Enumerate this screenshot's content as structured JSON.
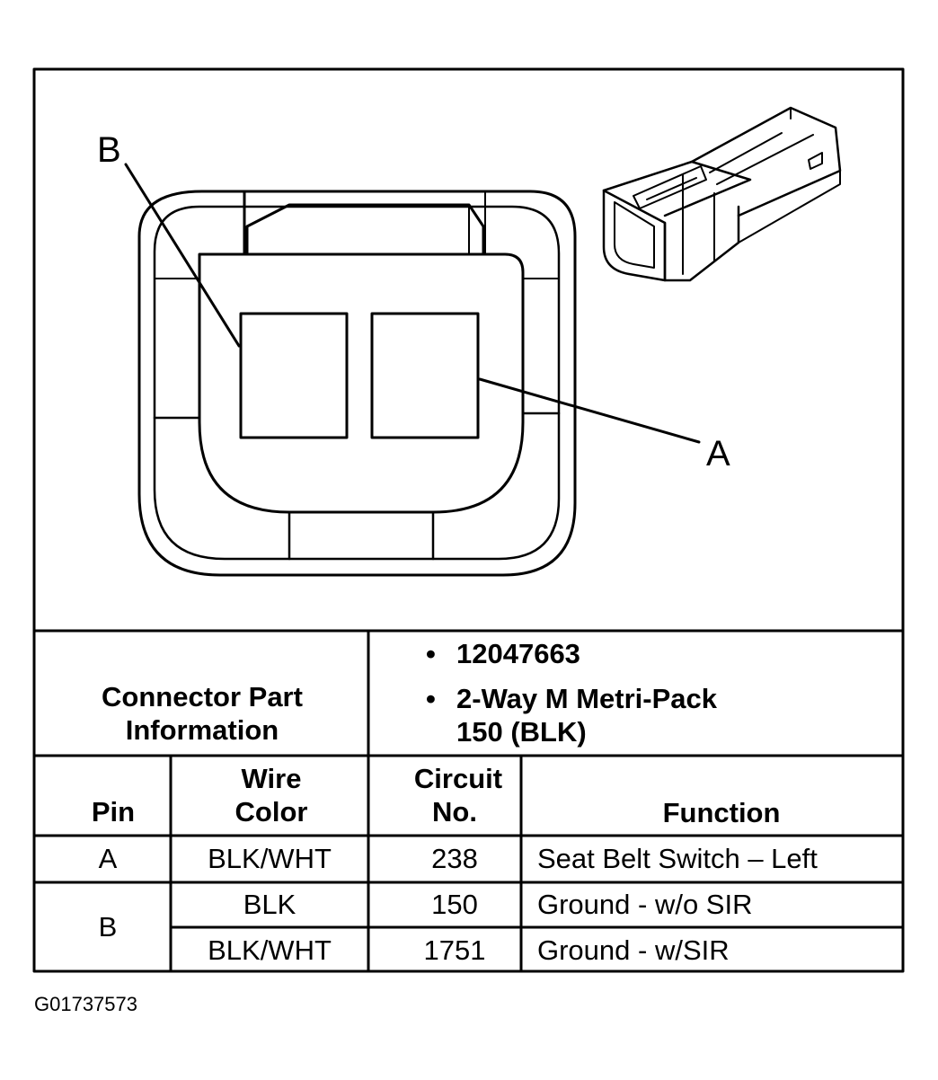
{
  "callouts": {
    "a": "A",
    "b": "B"
  },
  "connector_info": {
    "label_line1": "Connector Part",
    "label_line2": "Information",
    "bullet": "•",
    "part_number": "12047663",
    "type_line1": "2-Way M Metri-Pack",
    "type_line2": "150 (BLK)"
  },
  "table": {
    "headers": {
      "pin": "Pin",
      "wire_color_line1": "Wire",
      "wire_color_line2": "Color",
      "circuit_line1": "Circuit",
      "circuit_line2": "No.",
      "function": "Function"
    },
    "rows": [
      {
        "pin": "A",
        "wire_color": "BLK/WHT",
        "circuit": "238",
        "function": "Seat Belt Switch – Left"
      },
      {
        "pin": "B",
        "wire_color": "BLK",
        "circuit": "150",
        "function": "Ground - w/o SIR"
      },
      {
        "pin": "",
        "wire_color": "BLK/WHT",
        "circuit": "1751",
        "function": "Ground - w/SIR"
      }
    ]
  },
  "figure_id": "G01737573",
  "colors": {
    "ink": "#000000",
    "paper": "#ffffff"
  }
}
